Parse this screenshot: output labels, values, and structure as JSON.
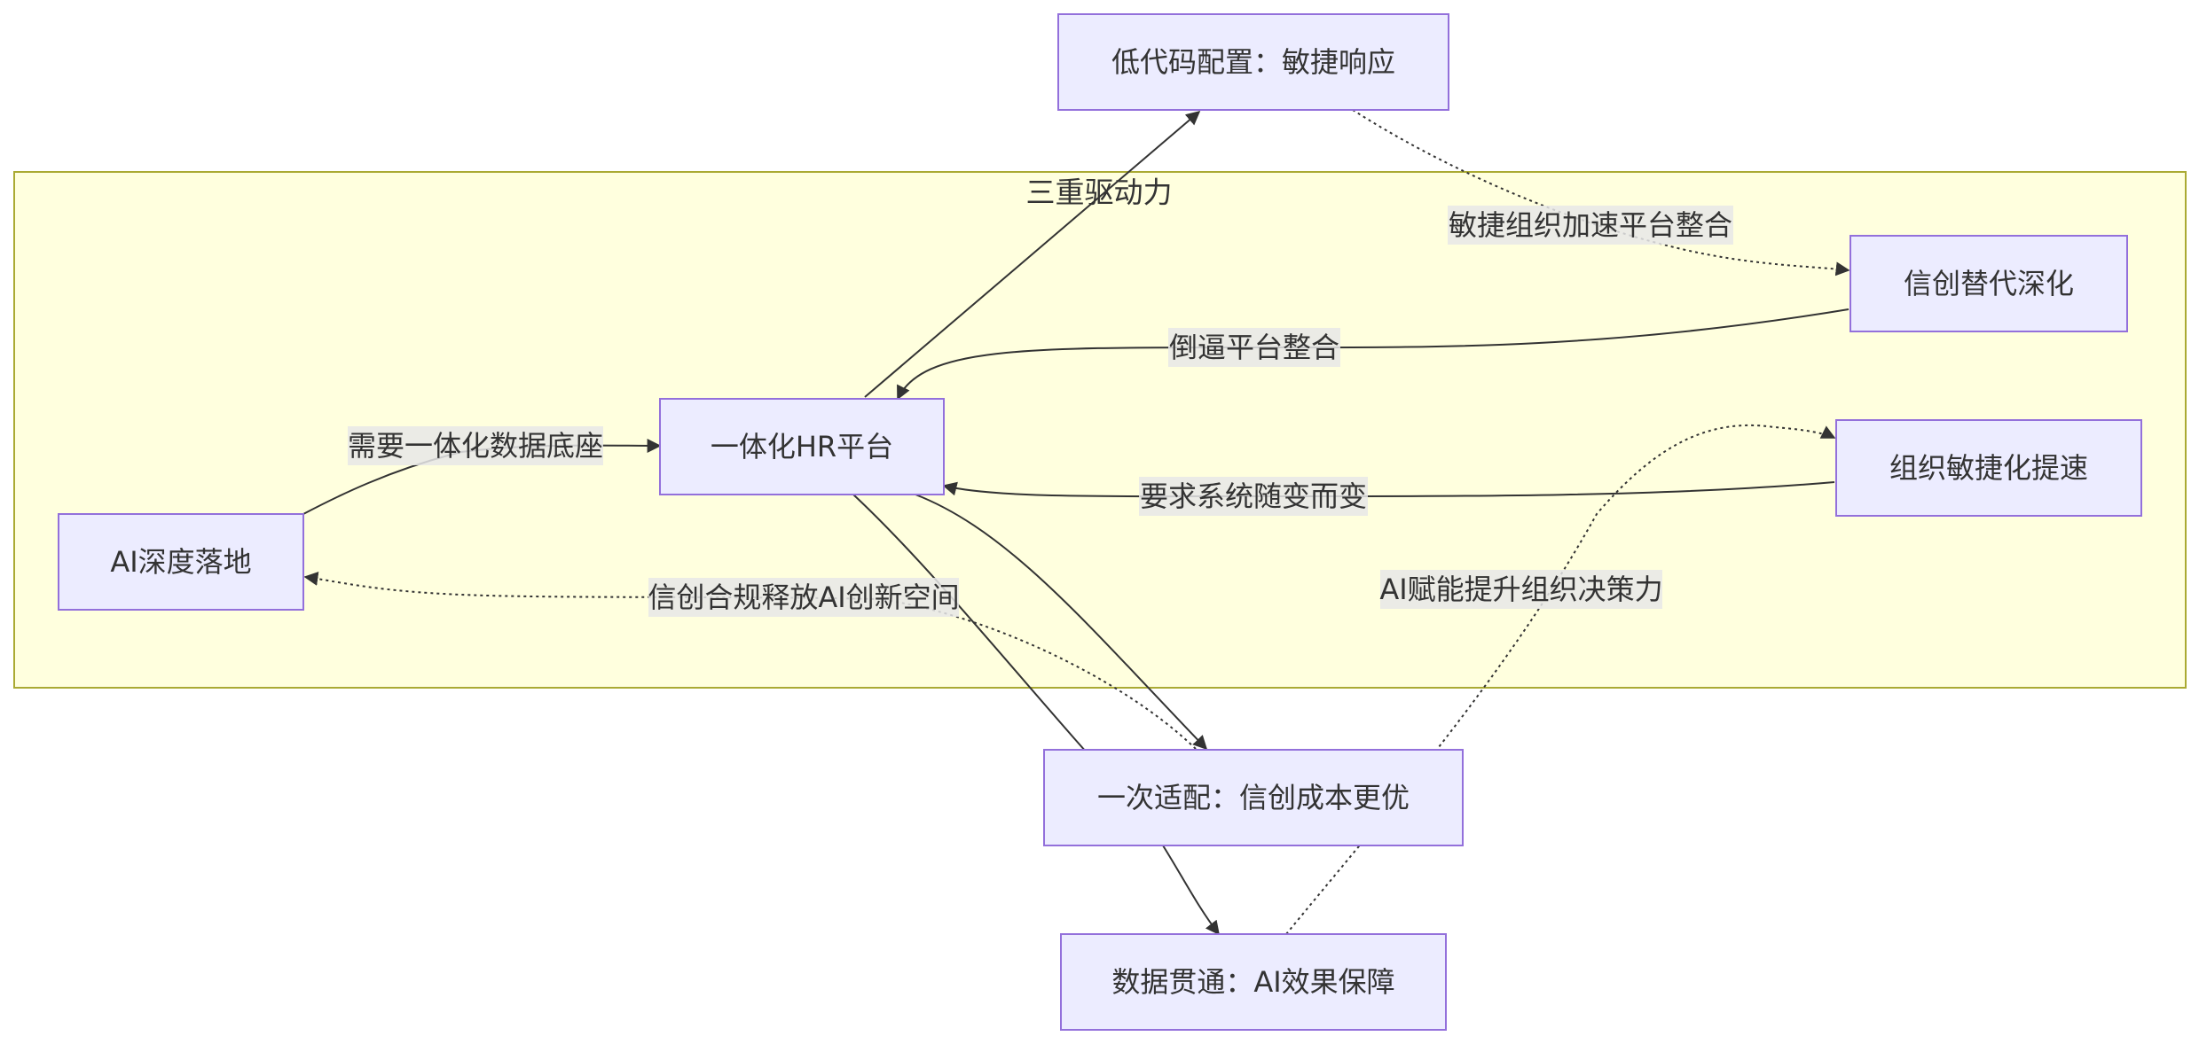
{
  "cluster": {
    "title": "三重驱动力"
  },
  "nodes": {
    "lowcode": "低代码配置：敏捷响应",
    "xinchuang": "信创替代深化",
    "agile": "组织敏捷化提速",
    "hr": "一体化HR平台",
    "ai": "AI深度落地",
    "adapt": "一次适配：信创成本更优",
    "data": "数据贯通：AI效果保障"
  },
  "edges": {
    "agile_speed": "敏捷组织加速平台整合",
    "force": "倒逼平台整合",
    "need_data": "需要一体化数据底座",
    "demand_change": "要求系统随变而变",
    "compliance": "信创合规释放AI创新空间",
    "ai_decision": "AI赋能提升组织决策力"
  },
  "colors": {
    "node_fill": "#ececff",
    "node_stroke": "#9370db",
    "cluster_fill": "#ffffde",
    "cluster_stroke": "#aaaa33",
    "edge": "#333333"
  }
}
